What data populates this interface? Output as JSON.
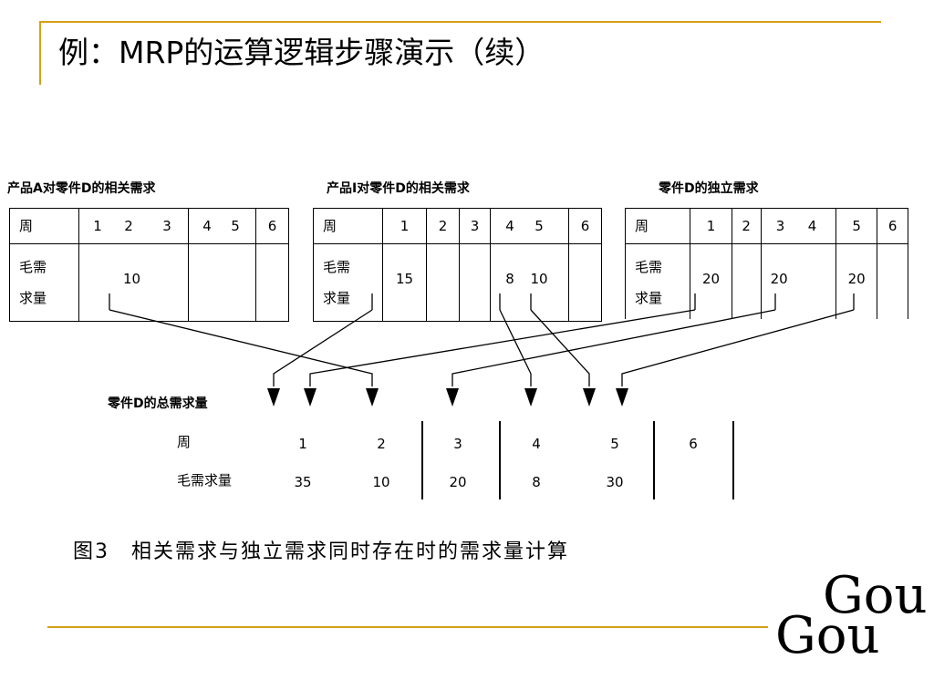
{
  "slide": {
    "title": "例：MRP的运算逻辑步骤演示（续）",
    "caption": "图3　相关需求与独立需求同时存在时的需求量计算"
  },
  "table_a": {
    "title": "产品A对零件D的相关需求",
    "week_label": "周",
    "demand_label_1": "毛需",
    "demand_label_2": "求量",
    "weeks": [
      "1",
      "2",
      "3",
      "4",
      "5",
      "6"
    ],
    "demand": "10"
  },
  "table_i": {
    "title": "产品I对零件D的相关需求",
    "week_label": "周",
    "demand_label_1": "毛需",
    "demand_label_2": "求量",
    "weeks": [
      "1",
      "2",
      "3",
      "4",
      "5",
      "6"
    ],
    "demand_w1": "15",
    "demand_w4": "8",
    "demand_w5": "10"
  },
  "table_d": {
    "title": "零件D的独立需求",
    "week_label": "周",
    "demand_label_1": "毛需",
    "demand_label_2": "求量",
    "weeks": [
      "1",
      "2",
      "3",
      "4",
      "5",
      "6"
    ],
    "demand_w1": "20",
    "demand_w3": "20",
    "demand_w5": "20"
  },
  "total": {
    "title": "零件D的总需求量",
    "week_label": "周",
    "demand_label": "毛需求量",
    "weeks": [
      "1",
      "2",
      "3",
      "4",
      "5",
      "6"
    ],
    "values": [
      "35",
      "10",
      "20",
      "8",
      "30",
      ""
    ]
  },
  "logo": {
    "line1": "Gou",
    "line2": "Gou"
  }
}
